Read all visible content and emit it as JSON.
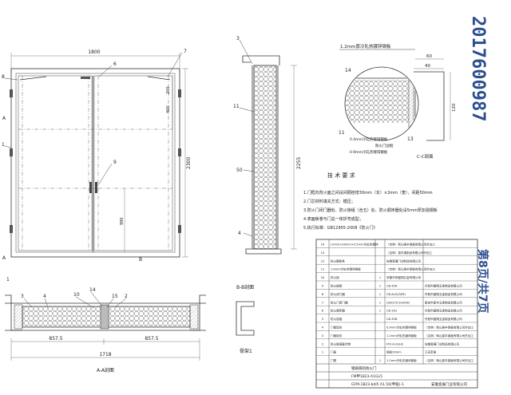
{
  "stamp": {
    "serial": "2017600987",
    "page": "第8页/共7页"
  },
  "front_view": {
    "width_dim": "1800",
    "height_dim": "2300",
    "hinge_dims": [
      "200",
      "400"
    ],
    "handle_dim": "990",
    "callouts": [
      "6",
      "7",
      "8",
      "9",
      "1"
    ]
  },
  "section_bb": {
    "title": "B-B剖面",
    "callouts": [
      "3",
      "11",
      "50",
      "4"
    ],
    "height_dim": "2255"
  },
  "section_aa": {
    "title": "A-A剖面",
    "callouts": [
      "3",
      "4",
      "10",
      "14",
      "15",
      "2"
    ],
    "dims": [
      "857.5",
      "857.5",
      "1718"
    ]
  },
  "keel": {
    "title": "骨架1"
  },
  "detail_cc": {
    "title": "C-C剖面",
    "note_top": "1.2mm厚冷轧热镀锌钢板",
    "dims": [
      "60",
      "40",
      "120"
    ],
    "callouts": [
      "14",
      "11",
      "13"
    ],
    "notes": [
      "0.4mm冷轧热镀锌钢板",
      "防火门边框",
      "0.9mm冷轧热镀锌钢板"
    ]
  },
  "tech_req": {
    "title": "技 术 要 求",
    "items": [
      "1.门框向背火面之间设间隔栓增30mm（长）×2mm（宽），间距50mm",
      "2.门芯材料填充方式：模压；",
      "3.防火门闭门器处、防火锁组（含五）处、防火顺序器处设5mm厚加强钢板",
      "4.表面板卷与门总一体折弯成型；",
      "5.执行标准：GB12955-2008《防火门》"
    ]
  },
  "bom": {
    "rows": [
      {
        "no": "14",
        "name": "Lmhm×30mm×0.5mm冷轧热镀锌",
        "qty": "",
        "spec": "（吉林）辉山强丰钢板有限公司外加工"
      },
      {
        "no": "13",
        "name": "",
        "qty": "",
        "spec": "（吉林）强丰钢制品有限公司外加工"
      },
      {
        "no": "12",
        "name": "防火膨胀条",
        "qty": "",
        "spec": "安徽宽展门业制品有限公司"
      },
      {
        "no": "11",
        "name": "1.6mm冷轧热镀锌钢板",
        "qty": "",
        "spec": "（吉林）辉山强丰钢板有限公司外加工"
      },
      {
        "no": "10",
        "name": "防火锁",
        "qty": "1",
        "spec": "安徽华府盛翔五金有限公司"
      },
      {
        "no": "9",
        "name": "防火插销",
        "qty": "1",
        "spec": "CB-35A",
        "maker": "丹阳市盛翔五金制品有限公司"
      },
      {
        "no": "8",
        "name": "防火闭门器",
        "qty": "1",
        "spec": "CB-ALZ(Z/BF)",
        "maker": "丹阳市盛翔五金制品有限公司"
      },
      {
        "no": "7",
        "name": "防火门闭门器",
        "qty": "1",
        "spec": "GA93-5C(GAO8)",
        "maker": "泰安市泰丰五金制品有限公司"
      },
      {
        "no": "6",
        "name": "防火顺序器",
        "qty": "1",
        "spec": "CB-1A2",
        "maker": "丹阳市盛翔五金制品有限公司"
      },
      {
        "no": "5",
        "name": "防火铰链",
        "qty": "",
        "spec": "CB-35B",
        "maker": "丹阳市盛翔五金制品有限公司"
      },
      {
        "no": "4",
        "name": "门框填充",
        "qty": "",
        "spec": "0.9mm冷轧热镀锌钢板",
        "maker": "（吉林）辉山强丰钢板有限公司外加工"
      },
      {
        "no": "3",
        "name": "门扇填充",
        "qty": "",
        "spec": "1.2mm冷轧热镀锌钢板",
        "maker": "（吉林）辉山强丰钢板有限公司外加工"
      },
      {
        "no": "2",
        "name": "防火玻璃复合物",
        "qty": "",
        "spec": "FPz-A-2GH2",
        "maker": "安徽宽展门业制品有限公司"
      },
      {
        "no": "1",
        "name": "门扇",
        "qty": "",
        "spec": "钢质20mm",
        "maker": "江苏宏泰"
      },
      {
        "no": "",
        "name": "门框",
        "qty": "1",
        "spec": "1.2mm冷轧热镀锌钢板",
        "maker": "（吉林）辉山强丰钢板有限公司外加工"
      }
    ],
    "title_block": {
      "name": "钢质隔热防火门",
      "code": "FM甲1823-A1GL5",
      "model": "GFM-1823-bdl5 A1.50(甲级)-1",
      "company": "安徽宽展门业有限公司"
    }
  }
}
